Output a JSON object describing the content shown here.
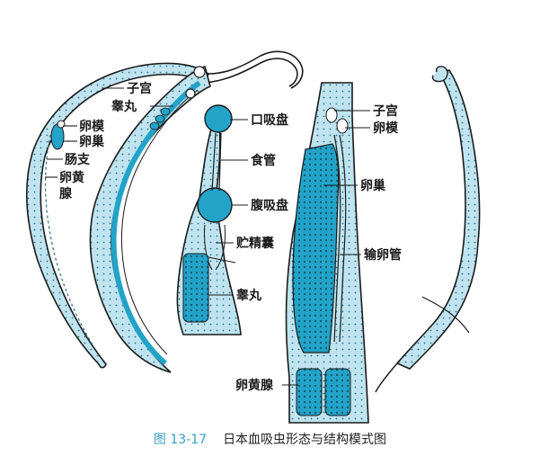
{
  "figure": {
    "number": "图 13-17",
    "title": "日本血吸虫形态与结构模式图"
  },
  "labels": {
    "uterus_left": "子宫",
    "testis_left": "睾丸",
    "ootype_left": "卵模",
    "ovary_left": "卵巢",
    "intestinal_branch": "肠支",
    "vitelline_gland_left": "卵黄腺",
    "oral_sucker": "口吸盘",
    "esophagus": "食管",
    "ventral_sucker": "腹吸盘",
    "seminal_vesicle": "贮精囊",
    "testis_mid": "睾丸",
    "uterus_right": "子宫",
    "ootype_right": "卵模",
    "ovary_right": "卵巢",
    "oviduct": "输卵管",
    "vitelline_gland_right": "卵黄腺"
  },
  "colors": {
    "body_fill": "#bfe4f0",
    "organ_fill": "#23a3c8",
    "outline": "#1a1a1a",
    "caption_accent": "#3aa0c9"
  }
}
